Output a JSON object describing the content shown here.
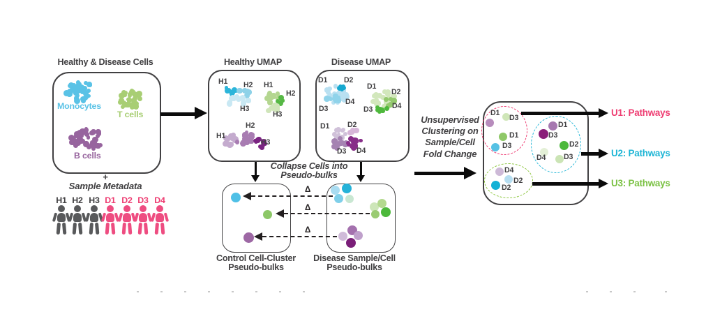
{
  "panel_cells": {
    "title": "Healthy & Disease Cells",
    "monocytes_label": "Monocytes",
    "t_cells_label": "T cells",
    "b_cells_label": "B cells",
    "plus": "+",
    "metadata_label": "Sample Metadata"
  },
  "samples": {
    "H1": "H1",
    "H2": "H2",
    "H3": "H3",
    "D1": "D1",
    "D2": "D2",
    "D3": "D3",
    "D4": "D4"
  },
  "healthy_umap": {
    "title": "Healthy UMAP"
  },
  "disease_umap": {
    "title": "Disease UMAP"
  },
  "collapse": {
    "line1": "Collapse Cells into",
    "line2": "Pseudo-bulks",
    "delta": "Δ"
  },
  "control_pseudobulks": {
    "line1": "Control Cell-Cluster",
    "line2": "Pseudo-bulks"
  },
  "disease_pseudobulks": {
    "line1": "Disease Sample/Cell",
    "line2": "Pseudo-bulks"
  },
  "clustering_caption": {
    "line1": "Unsupervised",
    "line2": "Clustering on",
    "line3": "Sample/Cell",
    "line4": "Fold Change"
  },
  "outputs": {
    "u1": {
      "label": "U1: Pathways",
      "color": "#ee3d72"
    },
    "u2": {
      "label": "U2: Pathways",
      "color": "#1db5d5"
    },
    "u3": {
      "label": "U3: Pathways",
      "color": "#7ac143"
    }
  },
  "colors": {
    "monocytes_cyan": "#59c2e6",
    "t_cell_green": "#a8ce74",
    "b_cell_purple": "#97649e",
    "healthy_gray": "#58595b",
    "disease_pink": "#ee3d72",
    "outline_dark": "#414042",
    "cluster_circle_pink": "#ef4277",
    "cluster_circle_blue": "#29b8d8",
    "cluster_circle_green": "#8dc63f"
  }
}
